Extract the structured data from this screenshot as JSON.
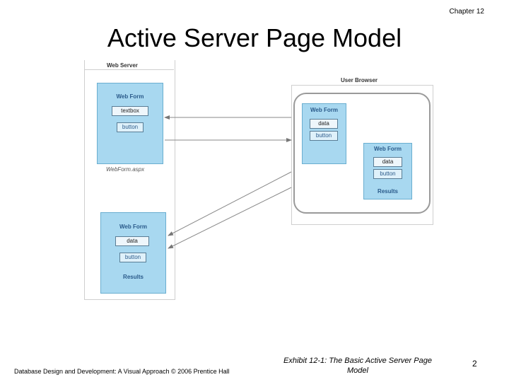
{
  "header": {
    "chapter": "Chapter 12"
  },
  "title": "Active Server Page Model",
  "diagram": {
    "web_server": {
      "label": "Web Server",
      "top_form": {
        "title": "Web Form",
        "field": "textbox",
        "button": "button"
      },
      "filename": "WebForm.aspx",
      "bottom_form": {
        "title": "Web Form",
        "field": "data",
        "button": "button",
        "results": "Results"
      }
    },
    "user_browser": {
      "label": "User Browser",
      "form_a": {
        "title": "Web Form",
        "field": "data",
        "button": "button"
      },
      "form_b": {
        "title": "Web Form",
        "field": "data",
        "button": "button",
        "results": "Results"
      }
    },
    "colors": {
      "form_fill": "#a8d8f0",
      "form_border": "#6aaed0",
      "form_text": "#2a5a8a"
    }
  },
  "footer": {
    "left": "Database Design and Development: A Visual Approach   © 2006 Prentice Hall",
    "caption": "Exhibit 12-1: The Basic Active Server Page Model",
    "page": "2"
  }
}
